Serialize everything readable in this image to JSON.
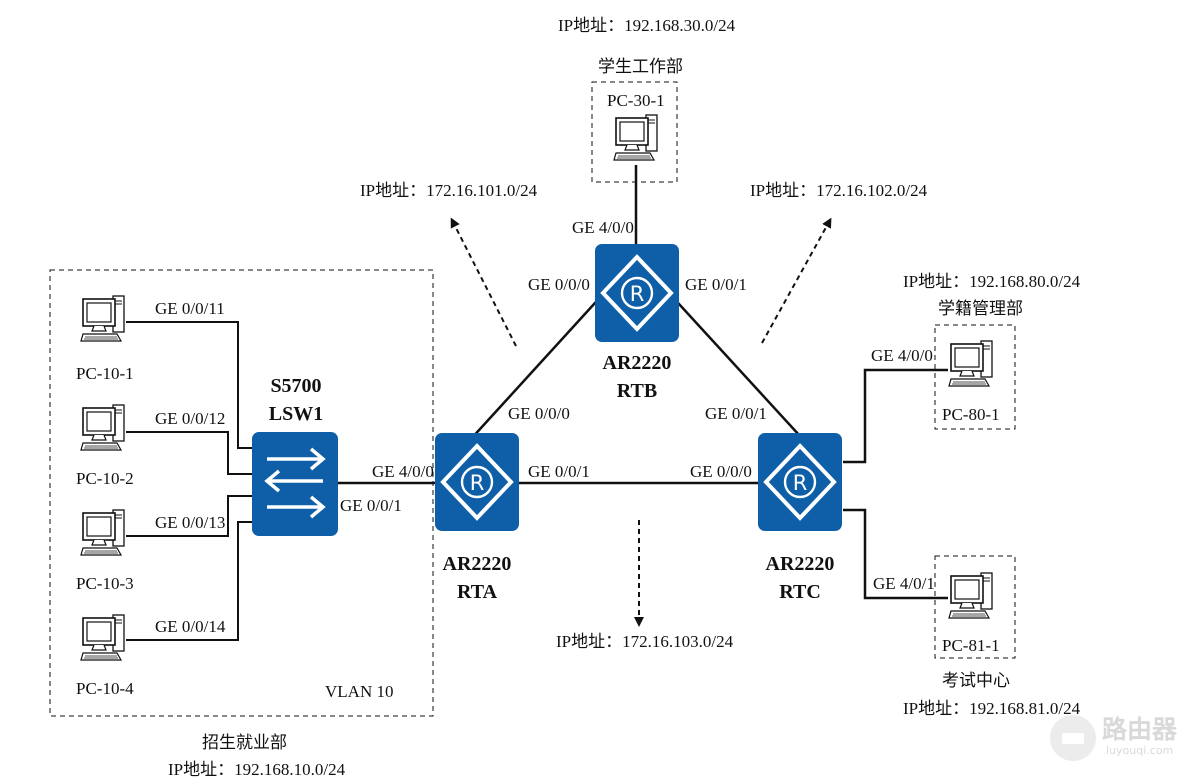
{
  "subnets": {
    "office": "IP地址：192.168.30.0/24",
    "link_ab": "IP地址：172.16.101.0/24",
    "link_bc": "IP地址：172.16.102.0/24",
    "link_ac": "IP地址：172.16.103.0/24",
    "registry": "IP地址：192.168.80.0/24",
    "exam": "IP地址：192.168.81.0/24",
    "admission": "IP地址：192.168.10.0/24"
  },
  "departments": {
    "student_affairs": "学生工作部",
    "registry": "学籍管理部",
    "exam_center": "考试中心",
    "admission": "招生就业部",
    "vlan": "VLAN 10"
  },
  "pcs": {
    "pc30": "PC-30-1",
    "pc80": "PC-80-1",
    "pc81": "PC-81-1",
    "pc10_1": "PC-10-1",
    "pc10_2": "PC-10-2",
    "pc10_3": "PC-10-3",
    "pc10_4": "PC-10-4"
  },
  "devices": {
    "rtb_model": "AR2220",
    "rtb_name": "RTB",
    "rta_model": "AR2220",
    "rta_name": "RTA",
    "rtc_model": "AR2220",
    "rtc_name": "RTC",
    "sw_model": "S5700",
    "sw_name": "LSW1"
  },
  "ports": {
    "rtb_up": "GE 4/0/0",
    "rtb_left": "GE 0/0/0",
    "rtb_right": "GE 0/0/1",
    "rta_up": "GE 0/0/0",
    "rta_right": "GE 0/0/1",
    "rta_left": "GE 4/0/0",
    "rtc_up": "GE 0/0/1",
    "rtc_left": "GE 0/0/0",
    "rtc_top_right": "GE 4/0/0",
    "rtc_bottom_right": "GE 4/0/1",
    "sw_uplink": "GE 0/0/1",
    "sw_p11": "GE 0/0/11",
    "sw_p12": "GE 0/0/12",
    "sw_p13": "GE 0/0/13",
    "sw_p14": "GE 0/0/14"
  },
  "watermark": {
    "brand": "路由器",
    "domain": "luyouqi.com"
  },
  "colors": {
    "device_blue": "#0f5fa8",
    "line": "#111111"
  },
  "icons": {
    "router": "router-icon",
    "switch": "switch-icon",
    "pc": "pc-icon"
  }
}
